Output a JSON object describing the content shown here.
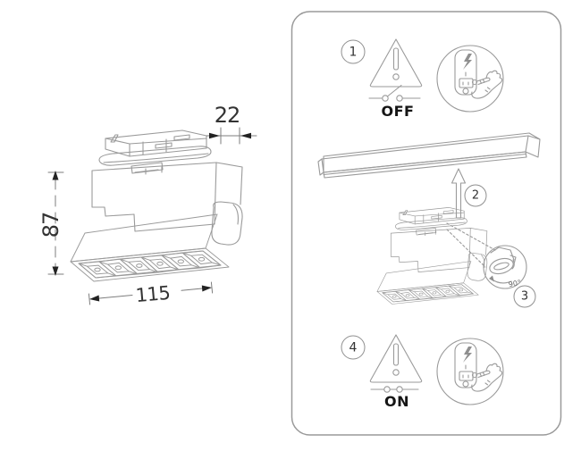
{
  "figure": {
    "title_semantic": "led-track-light-dimension-drawing",
    "dims": {
      "top_width": "22",
      "height": "87",
      "bottom_width": "115"
    }
  },
  "instructions": {
    "steps": [
      {
        "number": "1",
        "label": "OFF",
        "icon": "warning-triangle-icon + switch-open-icon + breaker-hand-icon"
      },
      {
        "number": "2",
        "label": "",
        "icon": "track-rail + arrow-up-icon + fixture"
      },
      {
        "number": "3",
        "label": "",
        "angle_label": "90°",
        "icon": "lock-lever-rotate-icon"
      },
      {
        "number": "4",
        "label": "ON",
        "icon": "warning-triangle-icon + switch-closed-icon + breaker-hand-icon"
      }
    ]
  },
  "colors": {
    "line": "#9a9a9a",
    "dim_line": "#7d7d7d",
    "arrow_fill": "#222222",
    "text": "#333333",
    "label_text": "#151515",
    "background": "#ffffff"
  }
}
